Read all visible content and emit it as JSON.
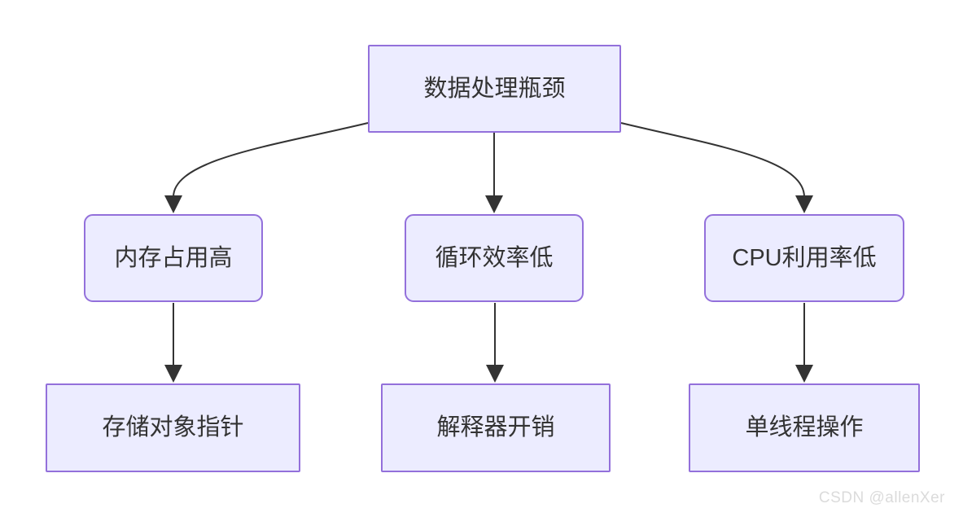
{
  "diagram": {
    "type": "flowchart",
    "direction": "top-down",
    "nodes": [
      {
        "id": "root",
        "label": "数据处理瓶颈",
        "shape": "rect",
        "row": 1
      },
      {
        "id": "memory-high",
        "label": "内存占用高",
        "shape": "rounded-rect",
        "row": 2
      },
      {
        "id": "loop-inefficiency",
        "label": "循环效率低",
        "shape": "rounded-rect",
        "row": 2
      },
      {
        "id": "cpu-low-utilization",
        "label": "CPU利用率低",
        "shape": "rounded-rect",
        "row": 2
      },
      {
        "id": "object-pointers",
        "label": "存储对象指针",
        "shape": "rect",
        "row": 3
      },
      {
        "id": "interpreter-overhead",
        "label": "解释器开销",
        "shape": "rect",
        "row": 3
      },
      {
        "id": "single-thread",
        "label": "单线程操作",
        "shape": "rect",
        "row": 3
      }
    ],
    "edges": [
      {
        "from": "数据处理瓶颈",
        "to": "内存占用高"
      },
      {
        "from": "数据处理瓶颈",
        "to": "循环效率低"
      },
      {
        "from": "数据处理瓶颈",
        "to": "CPU利用率低"
      },
      {
        "from": "内存占用高",
        "to": "存储对象指针"
      },
      {
        "from": "循环效率低",
        "to": "解释器开销"
      },
      {
        "from": "CPU利用率低",
        "to": "单线程操作"
      }
    ],
    "colors": {
      "node_fill": "#ECECFF",
      "node_border": "#9370DB",
      "edge": "#333333",
      "text": "#333333",
      "watermark": "#DBDBDB"
    }
  },
  "watermark": {
    "text": "CSDN @allenXer"
  }
}
